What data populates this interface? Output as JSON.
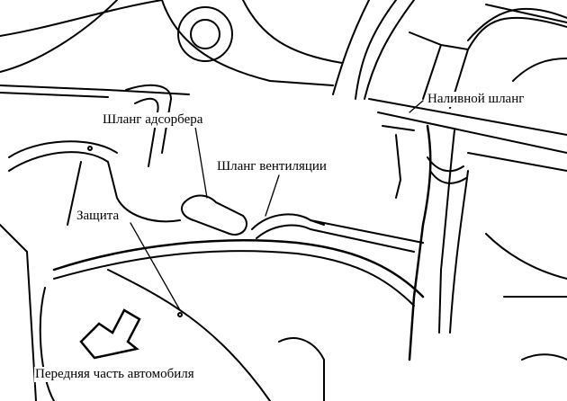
{
  "labels": {
    "adsorber_hose": "Шланг адсорбера",
    "vent_hose": "Шланг вентиляции",
    "shield": "Защита",
    "filler_hose": "Наливной шланг",
    "front": "Передняя часть автомобиля"
  },
  "colors": {
    "line": "#000000",
    "background": "#ffffff"
  }
}
